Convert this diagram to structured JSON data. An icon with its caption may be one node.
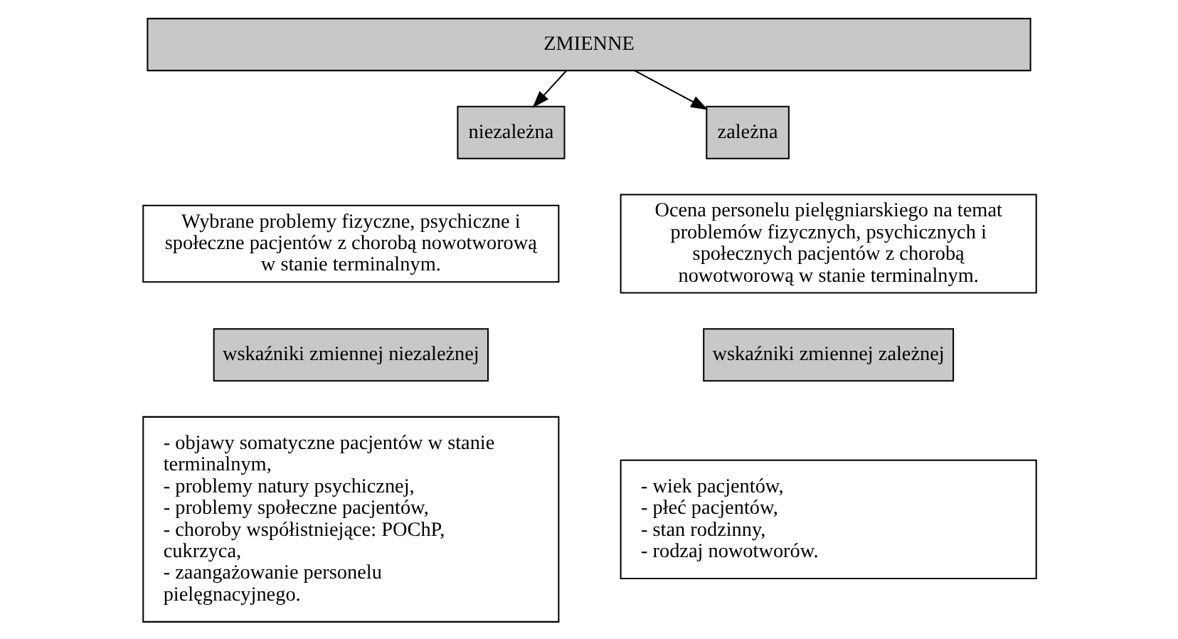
{
  "diagram": {
    "nodes": [
      {
        "text": [
          "ZMIENNE"
        ]
      },
      {
        "text": [
          "niezależna"
        ]
      },
      {
        "text": [
          "zależna"
        ]
      },
      {
        "text": [
          "Wybrane problemy fizyczne, psychiczne i społeczne pacjentów z chorobą nowotworową w stanie terminalnym."
        ]
      },
      {
        "text": [
          "Ocena personelu pielęgniarskiego na temat problemów fizycznych, psychicznych i społecznych pacjentów z chorobą nowotworową w stanie terminalnym."
        ]
      },
      {
        "text": [
          "wskaźniki zmiennej niezależnej"
        ]
      },
      {
        "text": [
          "wskaźniki zmiennej zależnej"
        ]
      },
      {
        "text": [
          "- objawy somatyczne pacjentów w stanie terminalnym,",
          "- problemy natury psychicznej,",
          "- problemy społeczne pacjentów,",
          "- choroby współistniejące: POChP, cukrzyca,",
          "- zaangażowanie personelu pielęgnacyjnego."
        ]
      },
      {
        "text": [
          "- wiek pacjentów,",
          "- płeć pacjentów,",
          "- stan rodzinny,",
          "- rodzaj nowotworów."
        ]
      }
    ],
    "edges": [
      {
        "from": 0,
        "to": 1,
        "arrow": "to"
      },
      {
        "from": 0,
        "to": 2,
        "arrow": "to"
      }
    ]
  }
}
